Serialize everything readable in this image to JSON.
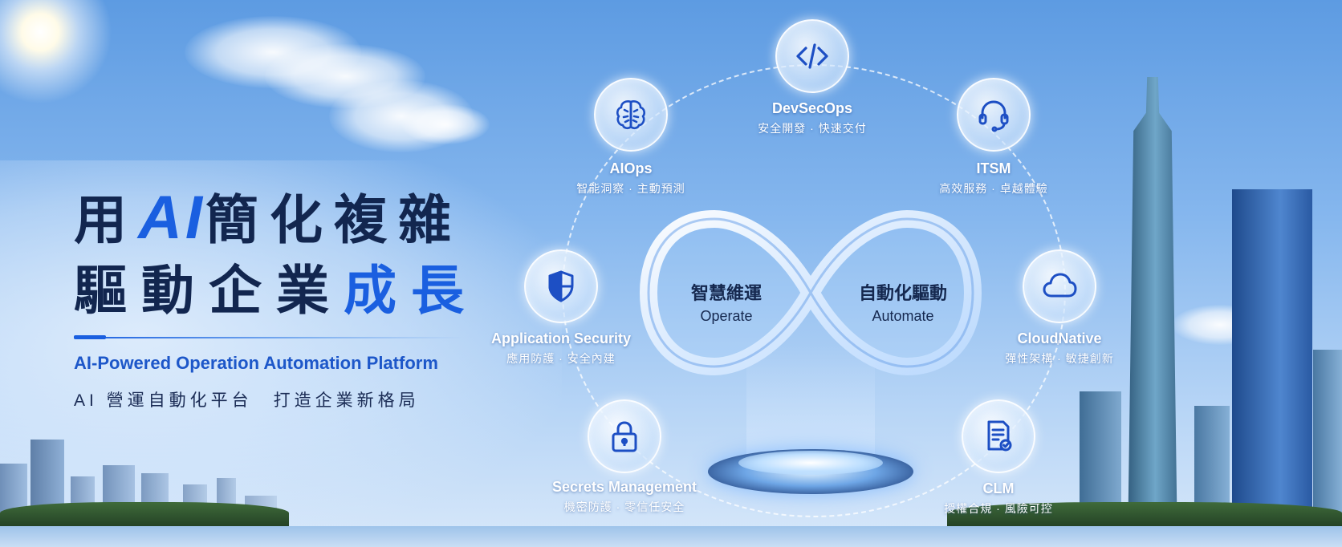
{
  "headline": {
    "line1_prefix": "用",
    "line1_ai": "AI",
    "line1_suffix": "簡化複雜",
    "line2_prefix": "驅動企業",
    "line2_highlight": "成長"
  },
  "subtitle_en": "AI-Powered Operation Automation Platform",
  "subtitle_zh": "AI 營運自動化平台　打造企業新格局",
  "center": {
    "left_zh": "智慧維運",
    "left_en": "Operate",
    "right_zh": "自動化驅動",
    "right_en": "Automate"
  },
  "nodes": [
    {
      "title": "DevSecOps",
      "desc": "安全開發 · 快速交付",
      "icon": "code-icon"
    },
    {
      "title": "AIOps",
      "desc": "智能洞察 · 主動預測",
      "icon": "brain-icon"
    },
    {
      "title": "ITSM",
      "desc": "高效服務 · 卓越體驗",
      "icon": "headset-icon"
    },
    {
      "title": "Application Security",
      "desc": "應用防護 · 安全內建",
      "icon": "shield-icon"
    },
    {
      "title": "CloudNative",
      "desc": "彈性架構 · 敏捷創新",
      "icon": "cloud-icon"
    },
    {
      "title": "Secrets Management",
      "desc": "機密防護 · 零信任安全",
      "icon": "lock-icon"
    },
    {
      "title": "CLM",
      "desc": "授權合規 · 風險可控",
      "icon": "document-icon"
    }
  ],
  "colors": {
    "accent": "#1a5fe0",
    "heading": "#12264f",
    "icon": "#1d4fc4"
  }
}
